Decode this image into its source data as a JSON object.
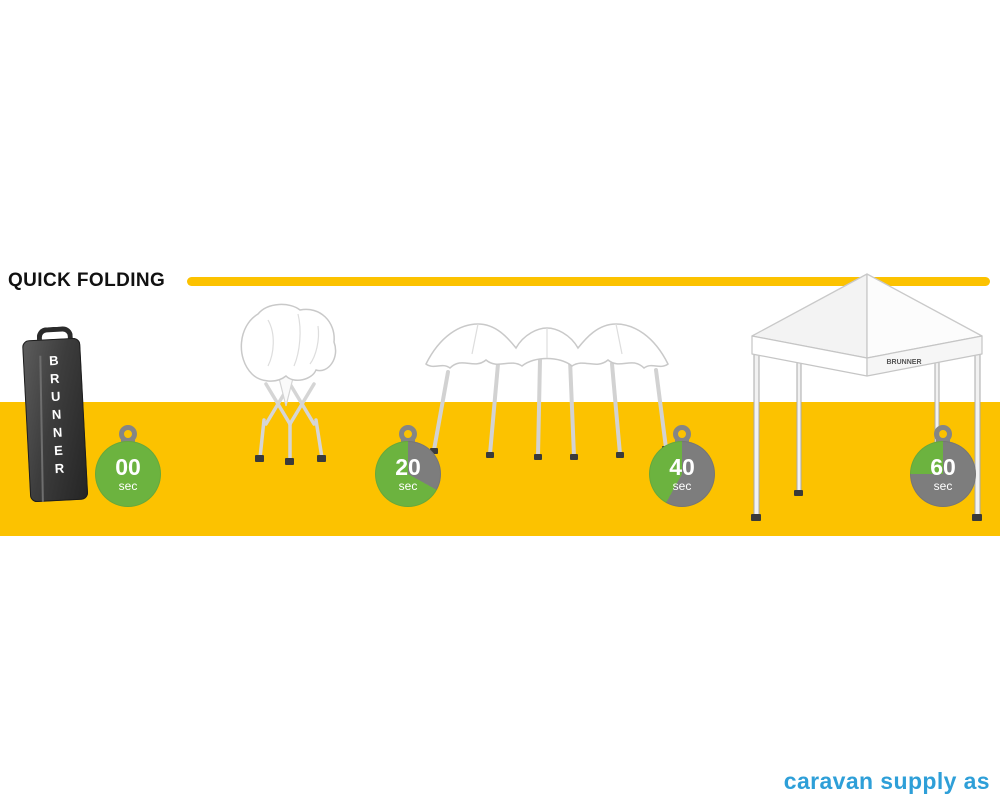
{
  "title": {
    "text": "QUICK FOLDING"
  },
  "colors": {
    "band_yellow": "#FCC200",
    "timer_green": "#6CB33F",
    "timer_elapsed_gray": "#7D7D7D",
    "crown_gray": "#858585",
    "watermark_blue": "#2E9FD8"
  },
  "stages": [
    {
      "name": "packed-carry-bag",
      "brand": "BRUNNER"
    },
    {
      "name": "frame-partially-unfolded"
    },
    {
      "name": "canopy-spread-out"
    },
    {
      "name": "gazebo-fully-assembled",
      "brand": "BRUNNER"
    }
  ],
  "timers": [
    {
      "value": "00",
      "unit": "sec",
      "fraction": 0
    },
    {
      "value": "20",
      "unit": "sec",
      "fraction": 0.33
    },
    {
      "value": "40",
      "unit": "sec",
      "fraction": 0.58
    },
    {
      "value": "60",
      "unit": "sec",
      "fraction": 0.75
    }
  ],
  "watermark": {
    "text": "caravan supply as"
  }
}
